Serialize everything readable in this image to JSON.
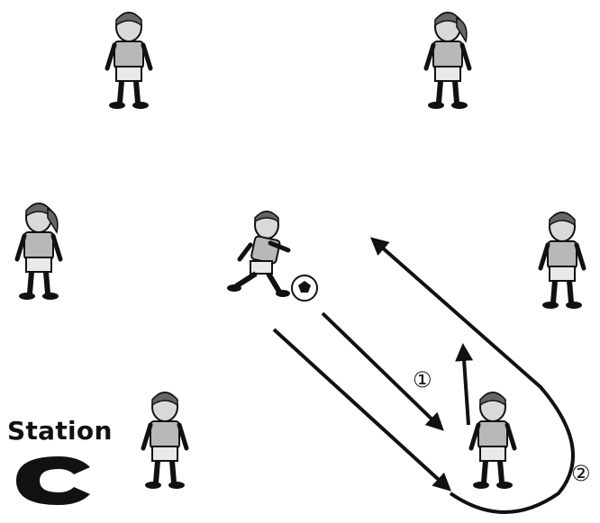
{
  "station": {
    "word": "Station",
    "letter": "C"
  },
  "steps": [
    {
      "marker": "①"
    },
    {
      "marker": "②"
    }
  ],
  "icons": {
    "player": "child-soccer-player-icon",
    "dribbler": "dribbling-player-icon",
    "ball": "soccer-ball-icon"
  },
  "colors": {
    "ink": "#111111",
    "shirt": "#b8b8b8",
    "skin": "#d9d9d9",
    "shorts": "#e9e9e9"
  }
}
